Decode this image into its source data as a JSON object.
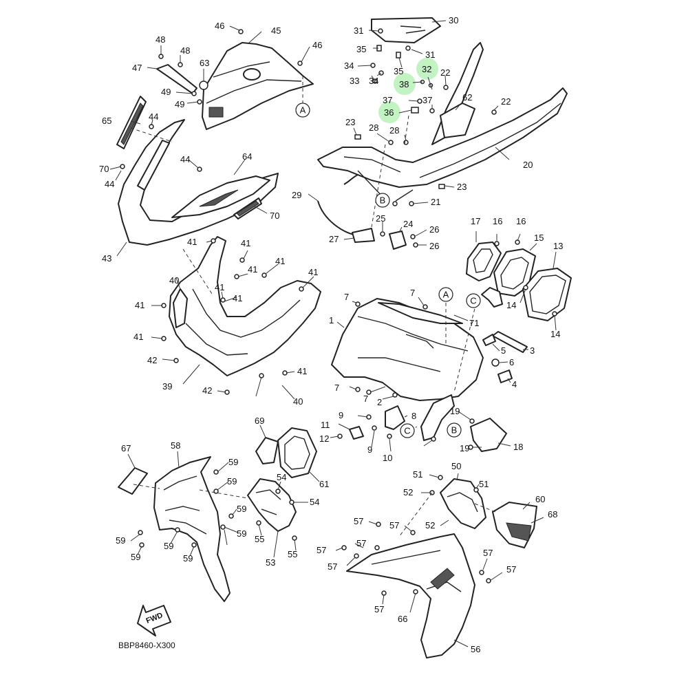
{
  "diagram_code": "BBP8460-X300",
  "fwd_label": "FWD",
  "highlighted": [
    "32",
    "38",
    "36"
  ],
  "refs": [
    "A",
    "B",
    "C"
  ],
  "callouts": [
    {
      "id": "c30",
      "text": "30"
    },
    {
      "id": "c31a",
      "text": "31"
    },
    {
      "id": "c31b",
      "text": "31"
    },
    {
      "id": "c35a",
      "text": "35"
    },
    {
      "id": "c35b",
      "text": "35"
    },
    {
      "id": "c34a",
      "text": "34"
    },
    {
      "id": "c34b",
      "text": "34"
    },
    {
      "id": "c33",
      "text": "33"
    },
    {
      "id": "c32",
      "text": "32"
    },
    {
      "id": "c38",
      "text": "38"
    },
    {
      "id": "c22a",
      "text": "22"
    },
    {
      "id": "c22b",
      "text": "22"
    },
    {
      "id": "c62",
      "text": "62"
    },
    {
      "id": "c37a",
      "text": "37"
    },
    {
      "id": "c37b",
      "text": "37"
    },
    {
      "id": "c36",
      "text": "36"
    },
    {
      "id": "c23a",
      "text": "23"
    },
    {
      "id": "c28a",
      "text": "28"
    },
    {
      "id": "c28b",
      "text": "28"
    },
    {
      "id": "c20",
      "text": "20"
    },
    {
      "id": "c29",
      "text": "29"
    },
    {
      "id": "c23b",
      "text": "23"
    },
    {
      "id": "c21",
      "text": "21"
    },
    {
      "id": "c25",
      "text": "25"
    },
    {
      "id": "c24",
      "text": "24"
    },
    {
      "id": "c26a",
      "text": "26"
    },
    {
      "id": "c26b",
      "text": "26"
    },
    {
      "id": "c27",
      "text": "27"
    },
    {
      "id": "c46a",
      "text": "46"
    },
    {
      "id": "c45",
      "text": "45"
    },
    {
      "id": "c46b",
      "text": "46"
    },
    {
      "id": "c48a",
      "text": "48"
    },
    {
      "id": "c48b",
      "text": "48"
    },
    {
      "id": "c47",
      "text": "47"
    },
    {
      "id": "c63",
      "text": "63"
    },
    {
      "id": "c49a",
      "text": "49"
    },
    {
      "id": "c49b",
      "text": "49"
    },
    {
      "id": "c65",
      "text": "65"
    },
    {
      "id": "c44a",
      "text": "44"
    },
    {
      "id": "c44b",
      "text": "44"
    },
    {
      "id": "c44c",
      "text": "44"
    },
    {
      "id": "c70a",
      "text": "70"
    },
    {
      "id": "c70b",
      "text": "70"
    },
    {
      "id": "c64",
      "text": "64"
    },
    {
      "id": "c43",
      "text": "43"
    },
    {
      "id": "c41a",
      "text": "41"
    },
    {
      "id": "c41b",
      "text": "41"
    },
    {
      "id": "c41c",
      "text": "41"
    },
    {
      "id": "c41d",
      "text": "41"
    },
    {
      "id": "c41e",
      "text": "41"
    },
    {
      "id": "c41f",
      "text": "41"
    },
    {
      "id": "c41g",
      "text": "41"
    },
    {
      "id": "c41h",
      "text": "41"
    },
    {
      "id": "c41i",
      "text": "41"
    },
    {
      "id": "c41j",
      "text": "41"
    },
    {
      "id": "c40a",
      "text": "40"
    },
    {
      "id": "c40b",
      "text": "40"
    },
    {
      "id": "c42a",
      "text": "42"
    },
    {
      "id": "c42b",
      "text": "42"
    },
    {
      "id": "c39",
      "text": "39"
    },
    {
      "id": "c17",
      "text": "17"
    },
    {
      "id": "c16a",
      "text": "16"
    },
    {
      "id": "c16b",
      "text": "16"
    },
    {
      "id": "c15",
      "text": "15"
    },
    {
      "id": "c13",
      "text": "13"
    },
    {
      "id": "c14a",
      "text": "14"
    },
    {
      "id": "c14b",
      "text": "14"
    },
    {
      "id": "c7a",
      "text": "7"
    },
    {
      "id": "c7b",
      "text": "7"
    },
    {
      "id": "c7c",
      "text": "7"
    },
    {
      "id": "c7d",
      "text": "7"
    },
    {
      "id": "c71",
      "text": "71"
    },
    {
      "id": "c1",
      "text": "1"
    },
    {
      "id": "c5",
      "text": "5"
    },
    {
      "id": "c3",
      "text": "3"
    },
    {
      "id": "c6",
      "text": "6"
    },
    {
      "id": "c4",
      "text": "4"
    },
    {
      "id": "c2",
      "text": "2"
    },
    {
      "id": "c9a",
      "text": "9"
    },
    {
      "id": "c9b",
      "text": "9"
    },
    {
      "id": "c8",
      "text": "8"
    },
    {
      "id": "c11",
      "text": "11"
    },
    {
      "id": "c12",
      "text": "12"
    },
    {
      "id": "c10",
      "text": "10"
    },
    {
      "id": "c19a",
      "text": "19"
    },
    {
      "id": "c19b",
      "text": "19"
    },
    {
      "id": "c18",
      "text": "18"
    },
    {
      "id": "c69",
      "text": "69"
    },
    {
      "id": "c61",
      "text": "61"
    },
    {
      "id": "c67",
      "text": "67"
    },
    {
      "id": "c58",
      "text": "58"
    },
    {
      "id": "c59a",
      "text": "59"
    },
    {
      "id": "c59b",
      "text": "59"
    },
    {
      "id": "c59c",
      "text": "59"
    },
    {
      "id": "c59d",
      "text": "59"
    },
    {
      "id": "c59e",
      "text": "59"
    },
    {
      "id": "c59f",
      "text": "59"
    },
    {
      "id": "c59g",
      "text": "59"
    },
    {
      "id": "c59h",
      "text": "59"
    },
    {
      "id": "c54a",
      "text": "54"
    },
    {
      "id": "c54b",
      "text": "54"
    },
    {
      "id": "c55a",
      "text": "55"
    },
    {
      "id": "c55b",
      "text": "55"
    },
    {
      "id": "c53",
      "text": "53"
    },
    {
      "id": "c51a",
      "text": "51"
    },
    {
      "id": "c50",
      "text": "50"
    },
    {
      "id": "c51b",
      "text": "51"
    },
    {
      "id": "c52a",
      "text": "52"
    },
    {
      "id": "c52b",
      "text": "52"
    },
    {
      "id": "c60",
      "text": "60"
    },
    {
      "id": "c68",
      "text": "68"
    },
    {
      "id": "c57a",
      "text": "57"
    },
    {
      "id": "c57b",
      "text": "57"
    },
    {
      "id": "c57c",
      "text": "57"
    },
    {
      "id": "c57d",
      "text": "57"
    },
    {
      "id": "c57e",
      "text": "57"
    },
    {
      "id": "c57f",
      "text": "57"
    },
    {
      "id": "c57g",
      "text": "57"
    },
    {
      "id": "c57h",
      "text": "57"
    },
    {
      "id": "c66",
      "text": "66"
    },
    {
      "id": "c56",
      "text": "56"
    }
  ]
}
